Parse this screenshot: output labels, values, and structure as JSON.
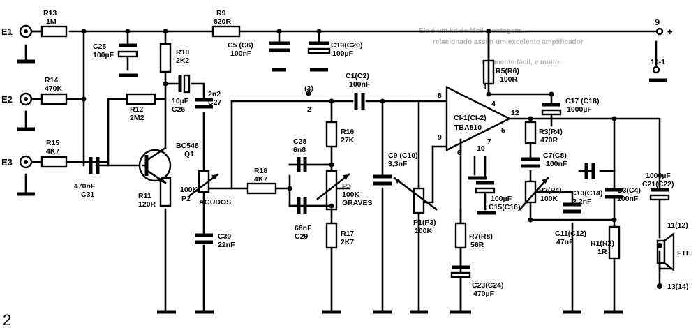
{
  "figure_number": "2",
  "inputs": [
    "E1",
    "E2",
    "E3"
  ],
  "outputs": {
    "supply_node": "9",
    "plus": "+",
    "minus_node": "10-1",
    "speaker": "FTE",
    "spk_a": "11(12)",
    "spk_b": "13(14)"
  },
  "nodes": {
    "n3": "(3)",
    "n2": "2",
    "p8": "8",
    "p9": "9",
    "p6": "6",
    "p10": "10",
    "p7": "7",
    "p1": "1",
    "p4": "4",
    "p12": "12",
    "p5": "5"
  },
  "components": {
    "R13": {
      "ref": "R13",
      "value": "1M"
    },
    "R14": {
      "ref": "R14",
      "value": "470K"
    },
    "R15": {
      "ref": "R15",
      "value": "4K7"
    },
    "R9": {
      "ref": "R9",
      "value": "820R"
    },
    "R10": {
      "ref": "R10",
      "value": "2K2"
    },
    "R12": {
      "ref": "R12",
      "value": "2M2"
    },
    "R11": {
      "ref": "R11",
      "value": "120R"
    },
    "R18": {
      "ref": "R18",
      "value": "4K7"
    },
    "R16": {
      "ref": "R16",
      "value": "27K"
    },
    "R17": {
      "ref": "R17",
      "value": "2K7"
    },
    "R5": {
      "ref": "R5(R6)",
      "value": "100R"
    },
    "R3": {
      "ref": "R3(R4)",
      "value": "470R"
    },
    "R7": {
      "ref": "R7(R8)",
      "value": "56R"
    },
    "R1": {
      "ref": "R1(R2)",
      "value": "1R"
    },
    "C25": {
      "ref": "C25",
      "value": "100µF"
    },
    "C5": {
      "ref": "C5 (C6)",
      "value": "100nF"
    },
    "C19": {
      "ref": "C19(C20)",
      "value": "100µF"
    },
    "C26": {
      "ref": "C26",
      "value": "10µF"
    },
    "C27": {
      "ref": "C27",
      "value": "2n2"
    },
    "C30": {
      "ref": "C30",
      "value": "22nF"
    },
    "C31": {
      "ref": "C31",
      "value": "470nF"
    },
    "C28": {
      "ref": "C28",
      "value": "6n8"
    },
    "C29": {
      "ref": "C29",
      "value": "68nF"
    },
    "C1": {
      "ref": "C1(C2)",
      "value": "100nF"
    },
    "C9": {
      "ref": "C9 (C10)",
      "value": "3,3nF"
    },
    "C15": {
      "ref": "C15(C16)",
      "value": "100µF"
    },
    "C17": {
      "ref": "C17 (C18)",
      "value": "1000µF"
    },
    "C7": {
      "ref": "C7(C8)",
      "value": "100nF"
    },
    "C13": {
      "ref": "C13(C14)",
      "value": "2,2nF"
    },
    "C3": {
      "ref": "C3(C4)",
      "value": "100nF"
    },
    "C11": {
      "ref": "C11(C12)",
      "value": "47nF"
    },
    "C21": {
      "ref": "C21(C22)",
      "value": "1000µF"
    },
    "C23": {
      "ref": "C23(C24)",
      "value": "470µF"
    },
    "Q1": {
      "ref": "Q1",
      "value": "BC548"
    },
    "P2": {
      "ref": "P2",
      "value": "100K",
      "function": "AGUDOS"
    },
    "P3": {
      "ref": "P3",
      "value": "100K",
      "function": "GRAVES"
    },
    "P1": {
      "ref": "P1(P3)",
      "value": "100K"
    },
    "P2b": {
      "ref": "P2(P4)",
      "value": "100K"
    },
    "IC": {
      "ref": "CI-1(CI-2)",
      "value": "TBA810"
    }
  },
  "bleed_through_text": [
    "Ele é um kit de fácil montagem...",
    "relacionado assim um excelente amplificador",
    "raelmente fácil, e muito"
  ]
}
